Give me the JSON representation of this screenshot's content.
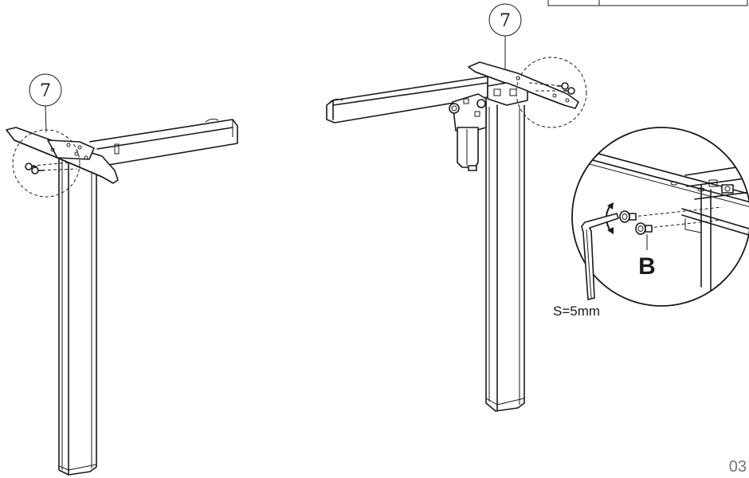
{
  "callouts": {
    "left_part": "7",
    "right_part": "7"
  },
  "detail": {
    "screw_label": "B",
    "wrench_size": "S=5mm"
  },
  "page_number": "03",
  "icons": {
    "rotation": "rotate-arrow-icon",
    "wrench": "allen-key-icon"
  }
}
